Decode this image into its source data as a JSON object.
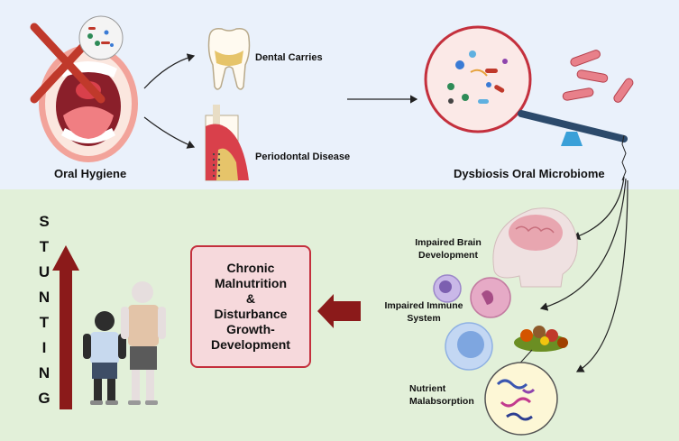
{
  "labels": {
    "oral_hygiene": "Oral Hygiene",
    "dental_carries": "Dental Carries",
    "periodontal_disease": "Periodontal Disease",
    "dysbiosis": "Dysbiosis Oral Microbiome",
    "brain": "Impaired Brain Development",
    "immune": "Impaired Immune System",
    "nutrient": "Nutrient Malabsorption",
    "malnutrition": "Chronic\nMalnutrition\n&\nDisturbance\nGrowth-\nDevelopment"
  },
  "stunting_letters": [
    "S",
    "T",
    "U",
    "N",
    "T",
    "I",
    "N",
    "G"
  ],
  "colors": {
    "top_panel": "#eaf1fb",
    "bottom_panel": "#e2f0d9",
    "box_fill": "#f6d9dc",
    "box_border": "#c4303d",
    "arrow_dark_red": "#8b1a1a",
    "arrow_black": "#222222"
  }
}
